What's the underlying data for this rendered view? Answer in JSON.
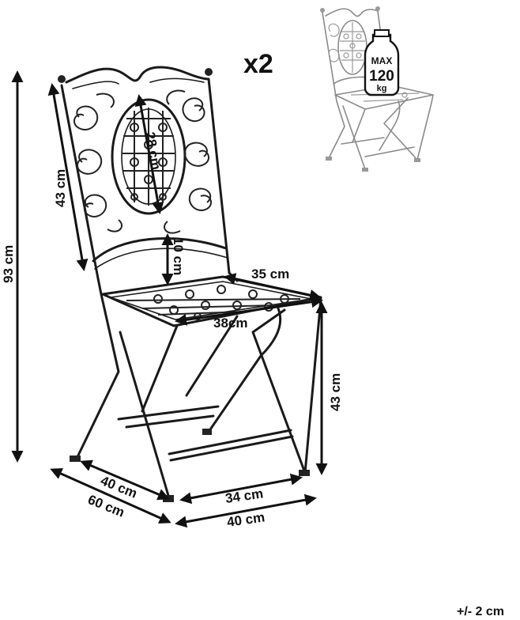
{
  "quantity_label": "x2",
  "weight_badge": {
    "max_label": "MAX",
    "value": "120",
    "unit": "kg"
  },
  "dimensions": {
    "total_height": "93 cm",
    "backrest_height": "43 cm",
    "backrest_panel": "28 cm",
    "seat_to_backrest_gap": "10 cm",
    "seat_back_width": "35 cm",
    "seat_front_width": "38cm",
    "seat_height": "43 cm",
    "base_depth_inner": "40 cm",
    "base_depth_outer": "60  cm",
    "base_front_inner": "34 cm",
    "base_front_outer": "40 cm"
  },
  "tolerance": "+/- 2 cm"
}
